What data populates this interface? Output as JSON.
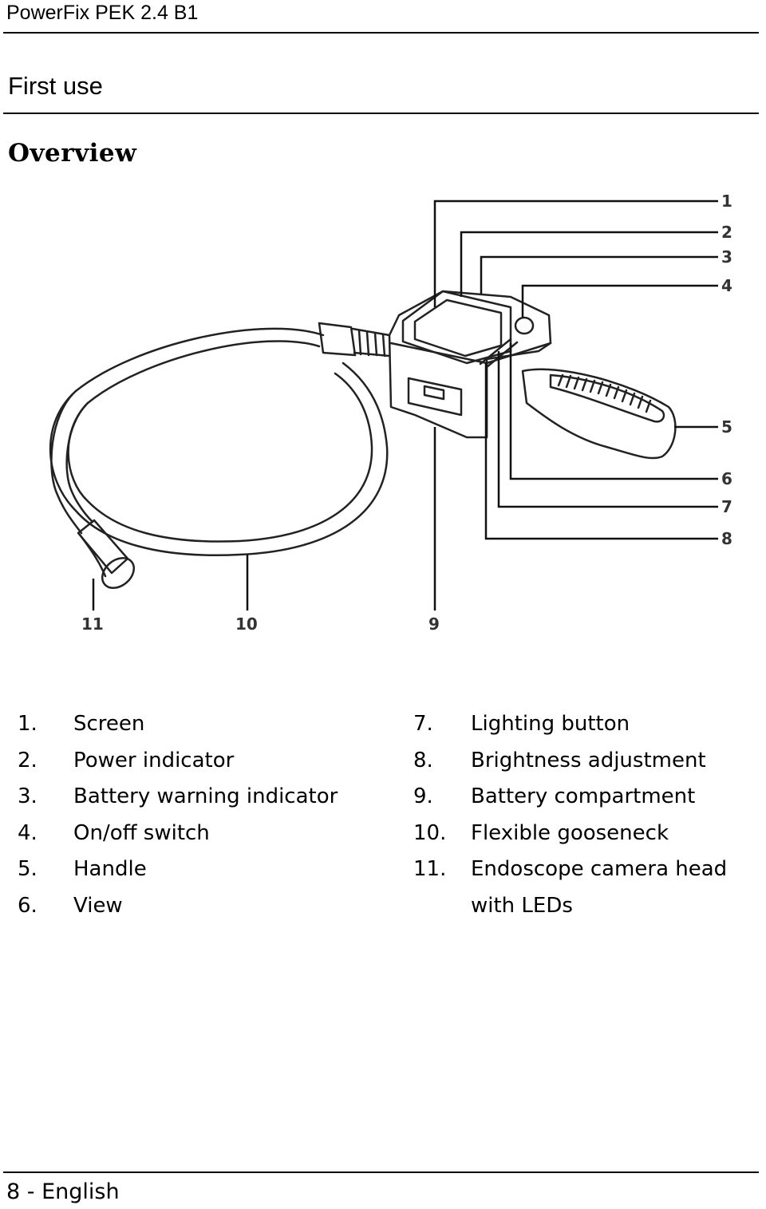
{
  "header": {
    "title": "PowerFix PEK 2.4 B1"
  },
  "section": {
    "title": "First use",
    "subtitle": "Overview"
  },
  "figure": {
    "callouts": [
      "1",
      "2",
      "3",
      "4",
      "5",
      "6",
      "7",
      "8",
      "9",
      "10",
      "11"
    ]
  },
  "legend": {
    "left": [
      {
        "num": "1.",
        "label": "Screen"
      },
      {
        "num": "2.",
        "label": "Power indicator"
      },
      {
        "num": "3.",
        "label": "Battery warning indicator"
      },
      {
        "num": "4.",
        "label": "On/off switch"
      },
      {
        "num": "5.",
        "label": "Handle"
      },
      {
        "num": "6.",
        "label": "View"
      }
    ],
    "right": [
      {
        "num": "7.",
        "label": "Lighting button"
      },
      {
        "num": "8.",
        "label": "Brightness adjustment"
      },
      {
        "num": "9.",
        "label": "Battery compartment"
      },
      {
        "num": "10.",
        "label": "Flexible gooseneck"
      },
      {
        "num": "11.",
        "label": "Endoscope camera head"
      }
    ],
    "right_continuation": "with LEDs"
  },
  "footer": {
    "text": "8 - English"
  }
}
